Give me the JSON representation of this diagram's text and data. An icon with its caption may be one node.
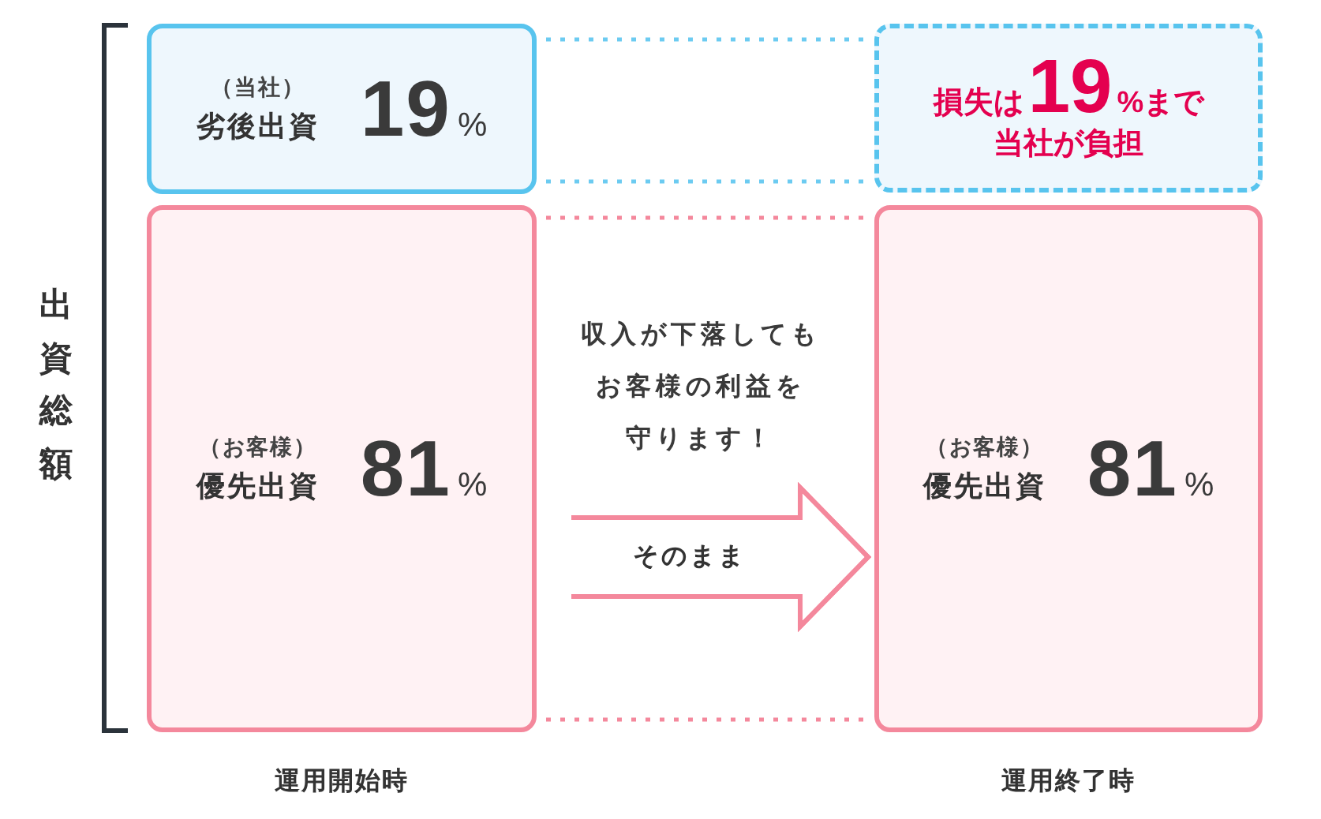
{
  "diagram": {
    "nodes": [
      {
        "text": [
          "（当社）",
          "劣後出資",
          "**19**%"
        ]
      },
      {
        "text": [
          "（お客様）",
          "優先出資",
          "**81**%"
        ]
      },
      {
        "text": [
          "損失は**19**%まで当社が負担"
        ]
      },
      {
        "text": [
          "（お客様）",
          "優先出資",
          "**81**%"
        ]
      }
    ],
    "edges": [
      {
        "from": 0,
        "to": 2,
        "arrow": "none",
        "style": "dashed",
        "color": "#6ccbf1"
      },
      {
        "from": 0,
        "to": 2,
        "arrow": "none",
        "style": "dashed",
        "color": "#6ccbf1"
      },
      {
        "from": 1,
        "to": 3,
        "arrow": "none",
        "style": "dashed"
      },
      {
        "from": 1,
        "to": 3,
        "arrow": "to",
        "label": "そのまま"
      },
      {
        "from": 1,
        "to": 3,
        "arrow": "none",
        "style": "dashed"
      }
    ],
    "labels": [
      "出資総額",
      "収入が下落してもお客様の利益を守ります！",
      "運用開始時",
      "運用終了時"
    ]
  }
}
